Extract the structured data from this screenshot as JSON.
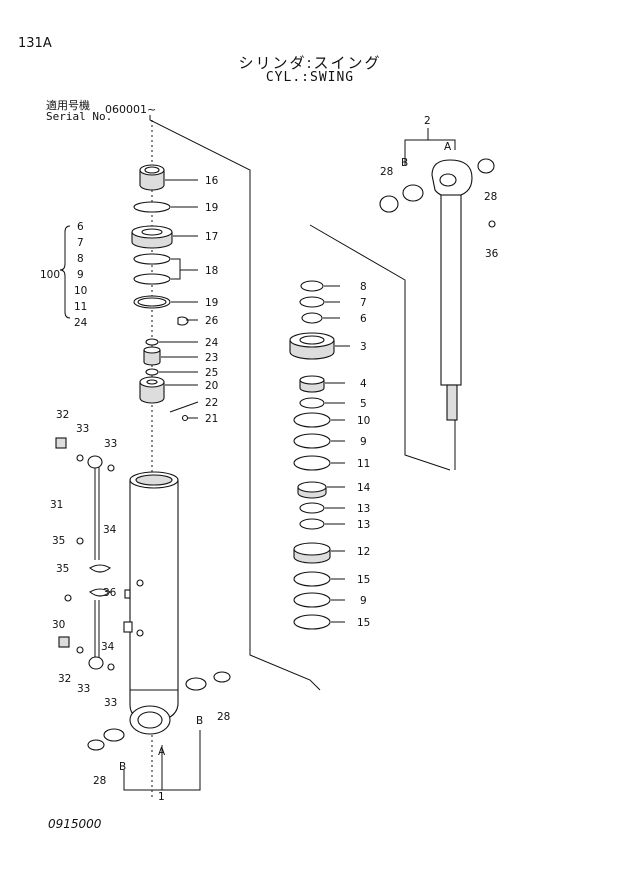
{
  "header": {
    "page_id": "131A",
    "title_jp": "シリンダ:スイング",
    "title_en": "CYL.:SWING",
    "serial_label_jp": "適用号機",
    "serial_label_en": "Serial No.",
    "serial_number": "060001~"
  },
  "footer": {
    "code": "0915000"
  },
  "callouts": {
    "c1": "1",
    "c2": "2",
    "c3": "3",
    "c4": "4",
    "c5": "5",
    "c6": "6",
    "c7": "7",
    "c8": "8",
    "c9": "9",
    "c10": "10",
    "c11": "11",
    "c12": "12",
    "c13": "13",
    "c14": "14",
    "c15": "15",
    "c16": "16",
    "c17": "17",
    "c18": "18",
    "c19": "19",
    "c20": "20",
    "c21": "21",
    "c22": "22",
    "c23": "23",
    "c24": "24",
    "c25": "25",
    "c26": "26",
    "c28": "28",
    "c30": "30",
    "c31": "31",
    "c32": "32",
    "c33": "33",
    "c34": "34",
    "c35": "35",
    "c36": "36",
    "kit_label": "100",
    "A": "A",
    "B": "B"
  }
}
